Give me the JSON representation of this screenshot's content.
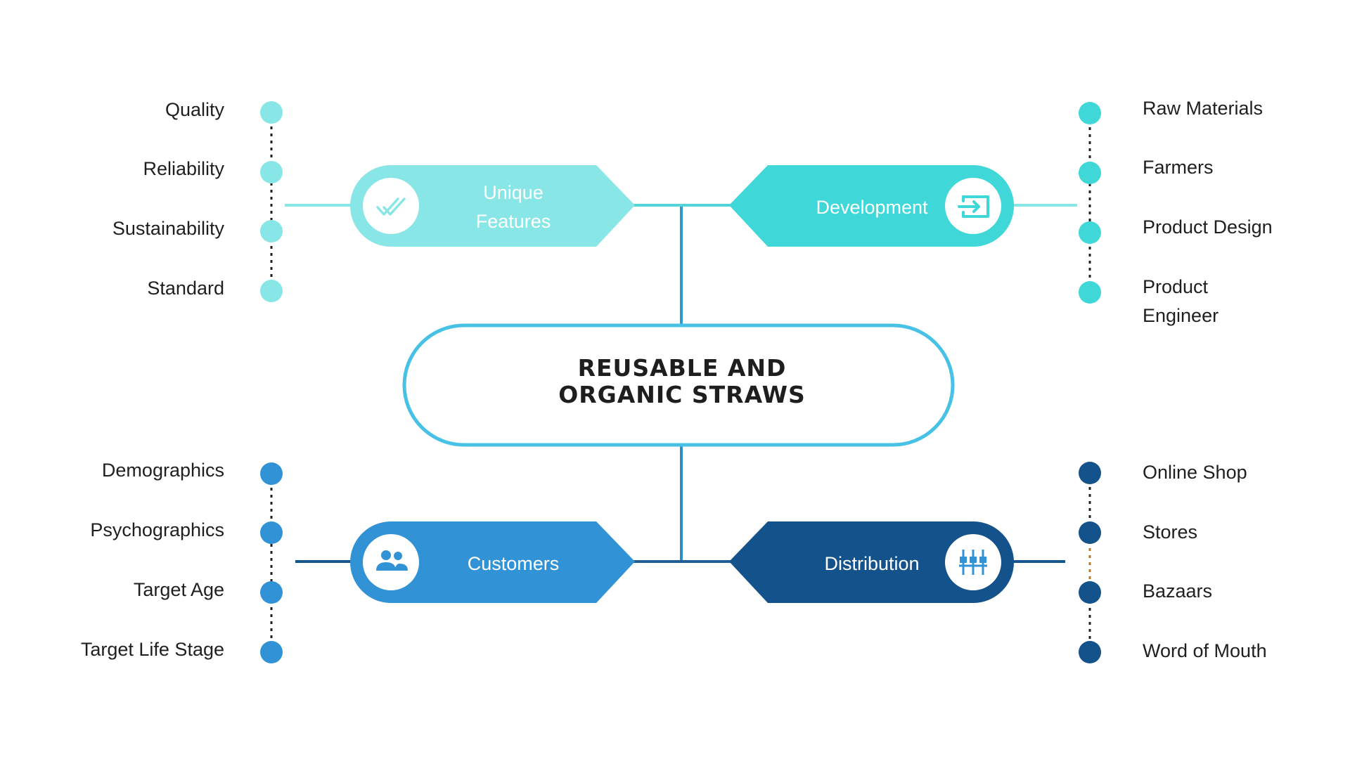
{
  "title": "REUSABLE AND ORGANIC STRAWS",
  "title_lines": [
    "REUSABLE AND",
    "ORGANIC STRAWS"
  ],
  "branches": {
    "unique_features": {
      "label_lines": [
        "Unique",
        "Features"
      ],
      "color": "#88e7e6",
      "icon": "double-check-icon",
      "items": [
        "Quality",
        "Reliability",
        "Sustainability",
        "Standard"
      ]
    },
    "development": {
      "label": "Development",
      "color": "#3fd7d7",
      "icon": "enter-box-icon",
      "items": [
        "Raw Materials",
        "Farmers",
        "Product Design",
        "Product Engineer"
      ]
    },
    "customers": {
      "label": "Customers",
      "color": "#3193d6",
      "icon": "people-icon",
      "items": [
        "Demographics",
        "Psychographics",
        "Target Age",
        "Target Life Stage"
      ]
    },
    "distribution": {
      "label": "Distribution",
      "color": "#13528a",
      "icon": "network-icon",
      "items": [
        "Online Shop",
        "Stores",
        "Bazaars",
        "Word of Mouth"
      ]
    }
  },
  "colors": {
    "center_border": "#47c2e6",
    "connector": "#2a8fc4"
  }
}
